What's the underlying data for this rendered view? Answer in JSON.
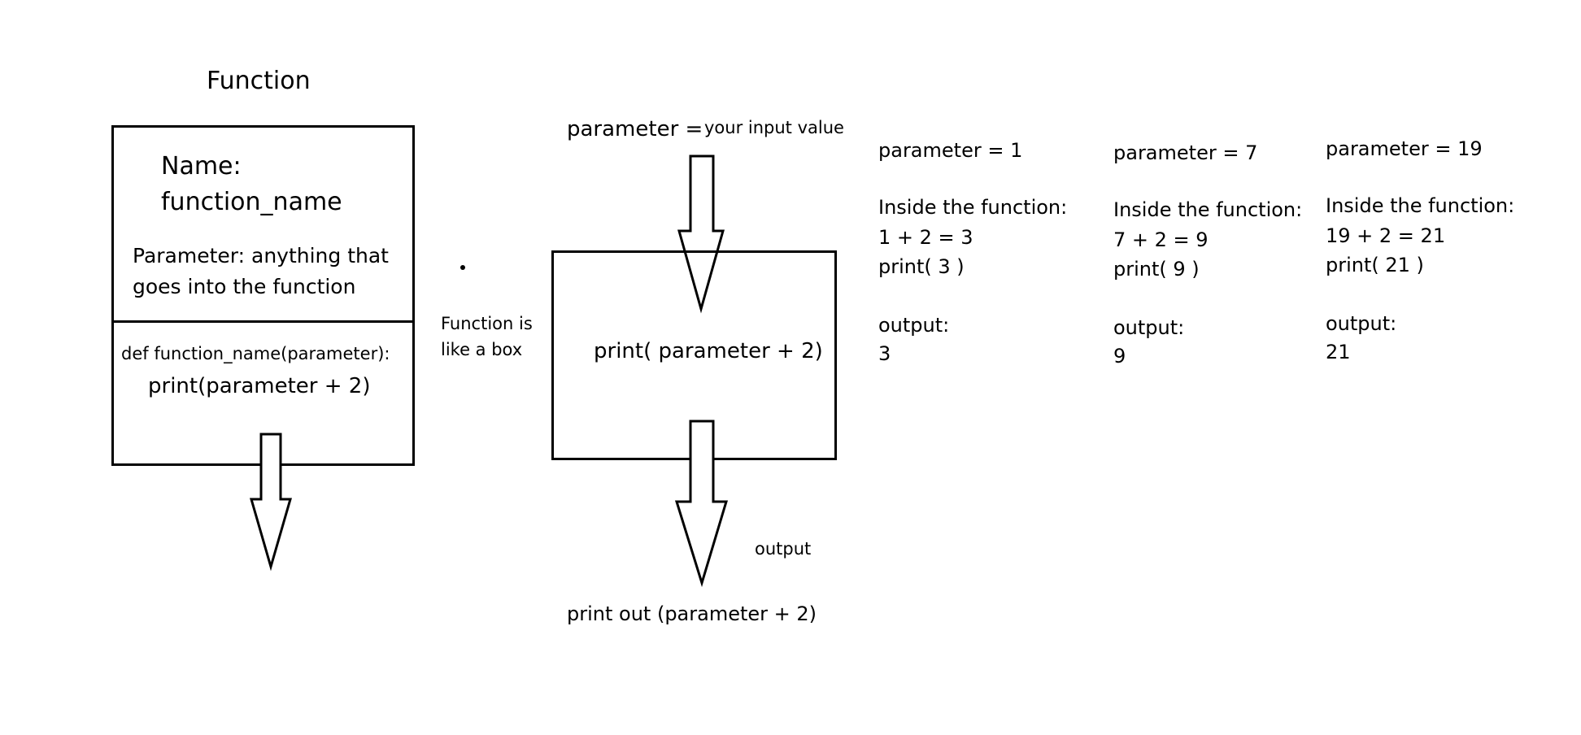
{
  "left_panel": {
    "title": "Function",
    "name_label": "Name:",
    "name_value": "function_name",
    "parameter_line1": "Parameter: anything that",
    "parameter_line2": "goes into the function",
    "def_line": "def function_name(parameter):",
    "body_line": "print(parameter + 2)"
  },
  "analogy": {
    "line1": "Function is",
    "line2": "like a box"
  },
  "middle_panel": {
    "param_word": "parameter =",
    "param_desc": "your input value",
    "box_body": "print( parameter + 2)",
    "output_label": "output",
    "result_text": "print out (parameter + 2)"
  },
  "examples": [
    {
      "param": "parameter = 1",
      "inside_label": "Inside the function:",
      "calc": "1 + 2 = 3",
      "print_call": "print( 3 )",
      "output_label": "output:",
      "output_value": "3"
    },
    {
      "param": "parameter = 7",
      "inside_label": "Inside the function:",
      "calc": "7 + 2 = 9",
      "print_call": "print( 9 )",
      "output_label": "output:",
      "output_value": "9"
    },
    {
      "param": "parameter = 19",
      "inside_label": "Inside the function:",
      "calc": "19 + 2 = 21",
      "print_call": "print( 21 )",
      "output_label": "output:",
      "output_value": "21"
    }
  ]
}
